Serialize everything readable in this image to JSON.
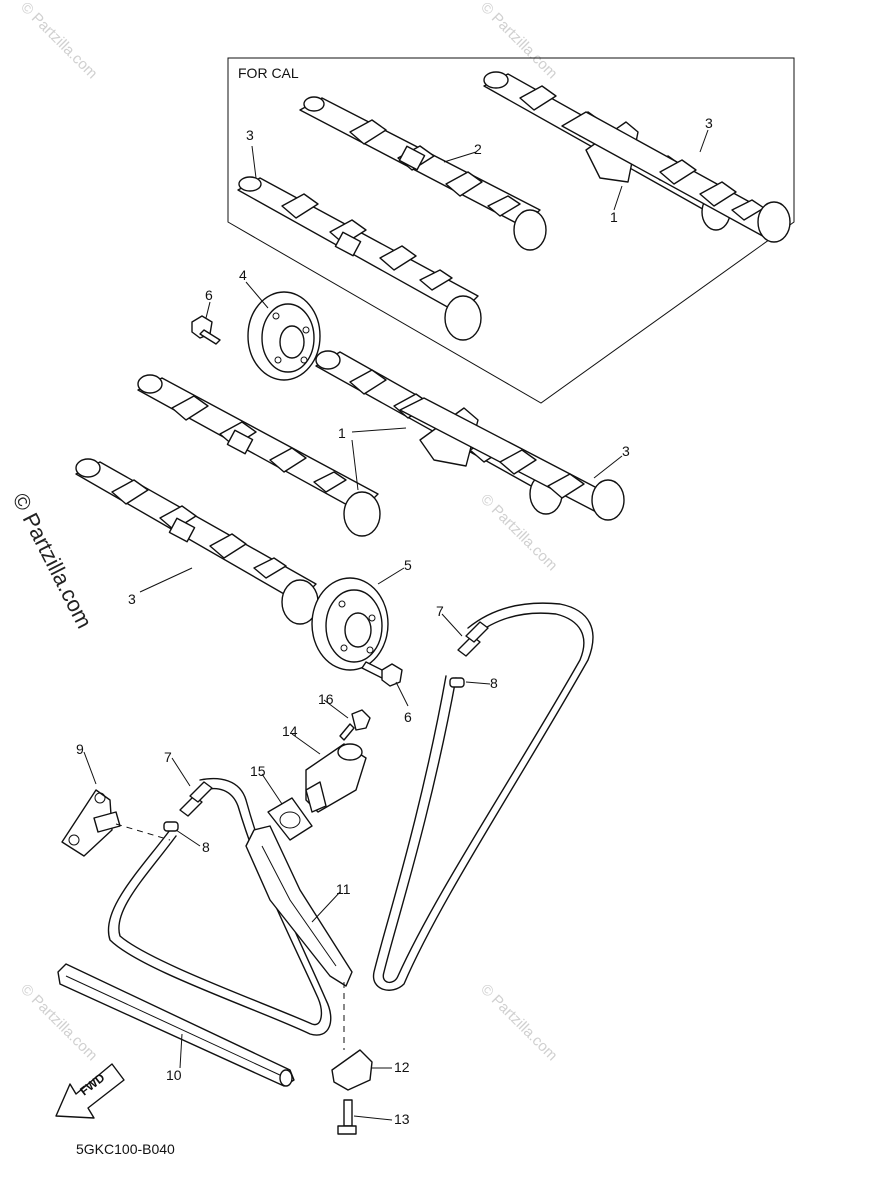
{
  "diagram": {
    "box_title": "FOR CAL",
    "part_code": "5GKC100-B040",
    "fwd_label": "FWD",
    "watermarks": {
      "side": "© Partzilla.com",
      "small": "© Partzilla.com"
    },
    "callouts": {
      "c1a": "1",
      "c1b": "1",
      "c2": "2",
      "c3a": "3",
      "c3b": "3",
      "c3c": "3",
      "c3d": "3",
      "c4": "4",
      "c5": "5",
      "c6a": "6",
      "c6b": "6",
      "c7a": "7",
      "c7b": "7",
      "c8a": "8",
      "c8b": "8",
      "c9": "9",
      "c10": "10",
      "c11": "11",
      "c12": "12",
      "c13": "13",
      "c14": "14",
      "c15": "15",
      "c16": "16"
    }
  }
}
